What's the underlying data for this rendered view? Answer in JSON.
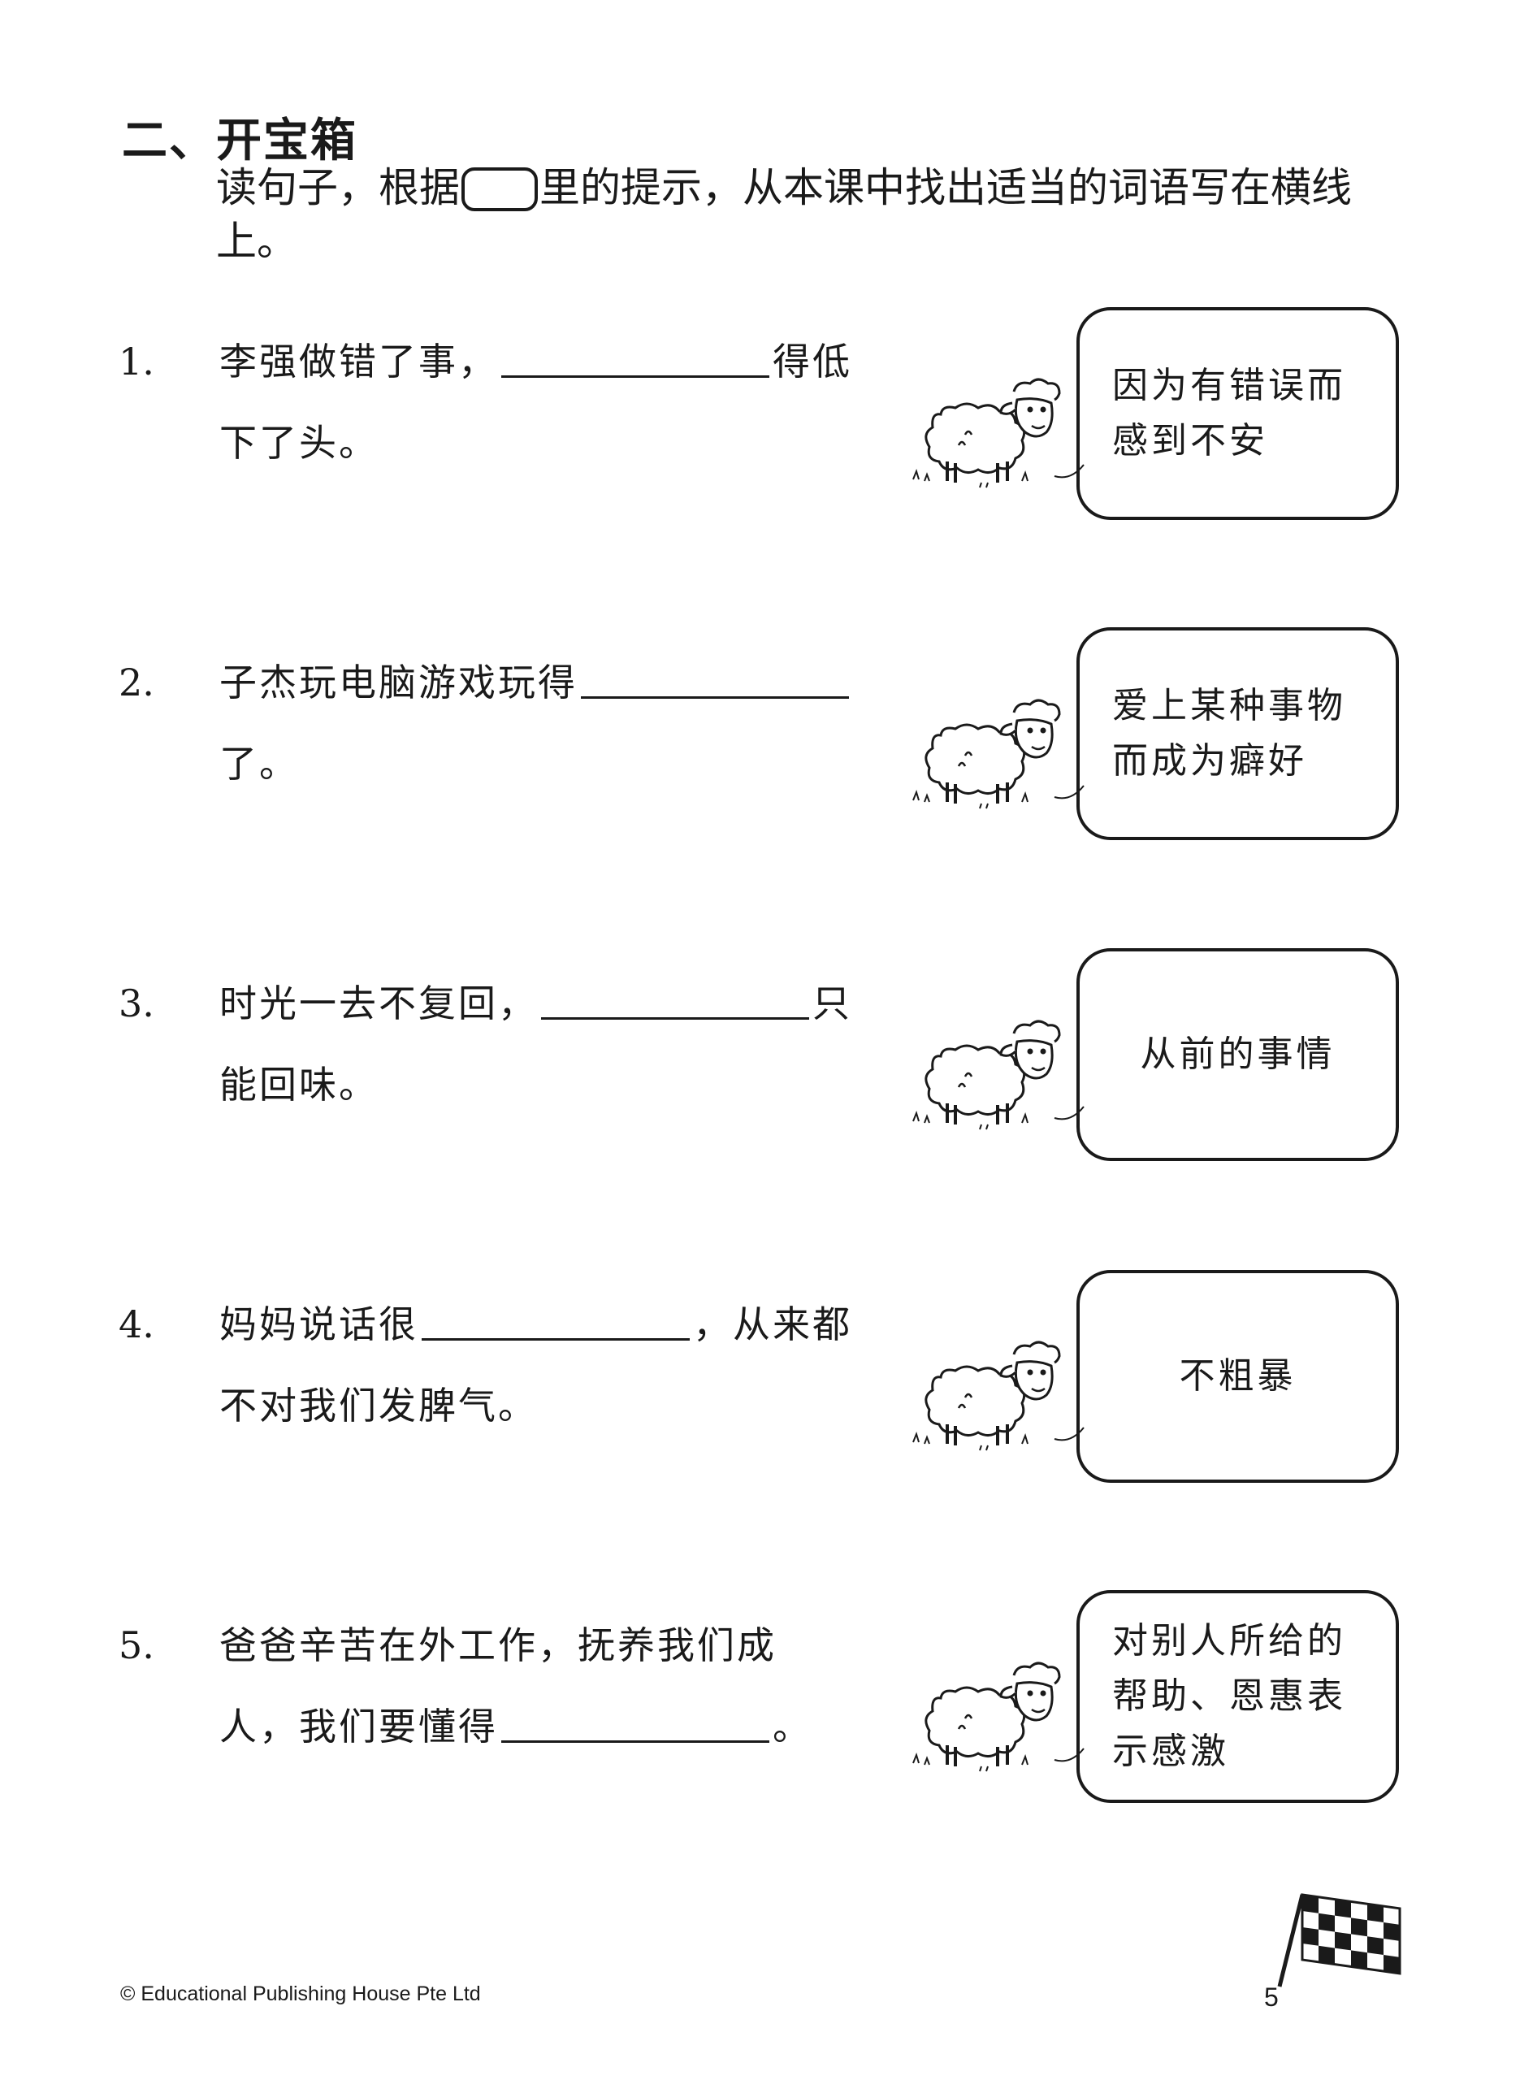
{
  "section": {
    "title": "二、开宝箱",
    "instruction_before": "读句子，根据",
    "instruction_after": "里的提示，从本课中找出适当的词语写在横线上。"
  },
  "questions": [
    {
      "num": "1.",
      "line1_a": "李强做错了事，",
      "line1_b": "得低",
      "line2_a": "下了头。",
      "line2_b": "",
      "hint": "因为有错误而感到不安"
    },
    {
      "num": "2.",
      "line1_a": "子杰玩电脑游戏玩得",
      "line1_b": "",
      "line2_a": "了。",
      "line2_b": "",
      "hint": "爱上某种事物而成为癖好"
    },
    {
      "num": "3.",
      "line1_a": "时光一去不复回，",
      "line1_b": "只",
      "line2_a": "能回味。",
      "line2_b": "",
      "hint": "从前的事情"
    },
    {
      "num": "4.",
      "line1_a": "妈妈说话很",
      "line1_b": "，从来都",
      "line2_a": "不对我们发脾气。",
      "line2_b": "",
      "hint": "不粗暴"
    },
    {
      "num": "5.",
      "line1_a": "爸爸辛苦在外工作，抚养我们成",
      "line1_b": "",
      "line2_a": "人，我们要懂得",
      "line2_b": "。",
      "hint": "对别人所给的帮助、恩惠表示感激"
    }
  ],
  "footer": {
    "copyright": "© Educational Publishing House Pte Ltd",
    "page_number": "5"
  },
  "icons": {
    "sheep": "sheep-icon",
    "flag": "checkered-flag-icon"
  }
}
